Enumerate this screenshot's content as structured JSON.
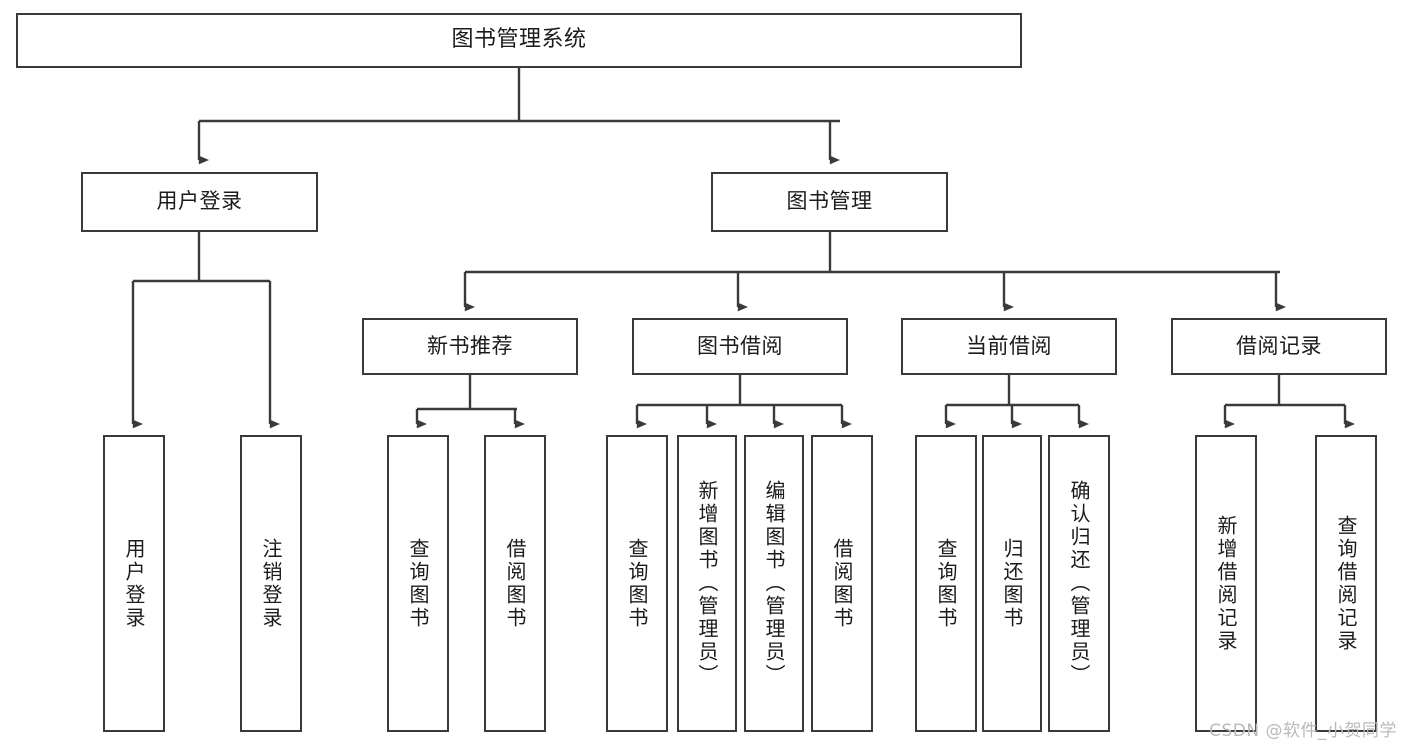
{
  "diagram": {
    "type": "tree-hierarchy",
    "title": "图书管理系统",
    "orientation": "top-down",
    "line_color": "#3a3a3a",
    "box_fill": "#ffffff",
    "text_color": "#1b1b1b",
    "nodes": {
      "root": {
        "label": "图书管理系统"
      },
      "level2": [
        {
          "label": "用户登录"
        },
        {
          "label": "图书管理"
        }
      ],
      "level3": [
        {
          "label": "新书推荐"
        },
        {
          "label": "图书借阅"
        },
        {
          "label": "当前借阅"
        },
        {
          "label": "借阅记录"
        }
      ],
      "leaves": {
        "user_login": [
          {
            "label": "用户登录"
          },
          {
            "label": "注销登录"
          }
        ],
        "new_book_recommend": [
          {
            "label": "查询图书"
          },
          {
            "label": "借阅图书"
          }
        ],
        "book_borrow": [
          {
            "label": "查询图书"
          },
          {
            "label": "新增图书（管理员）"
          },
          {
            "label": "编辑图书（管理员）"
          },
          {
            "label": "借阅图书"
          }
        ],
        "current_borrow": [
          {
            "label": "查询图书"
          },
          {
            "label": "归还图书"
          },
          {
            "label": "确认归还（管理员）"
          }
        ],
        "borrow_record": [
          {
            "label": "新增借阅记录"
          },
          {
            "label": "查询借阅记录"
          }
        ]
      }
    }
  },
  "watermark": {
    "text": "CSDN @软件_小贺同学",
    "color": "#b9b9b9"
  }
}
